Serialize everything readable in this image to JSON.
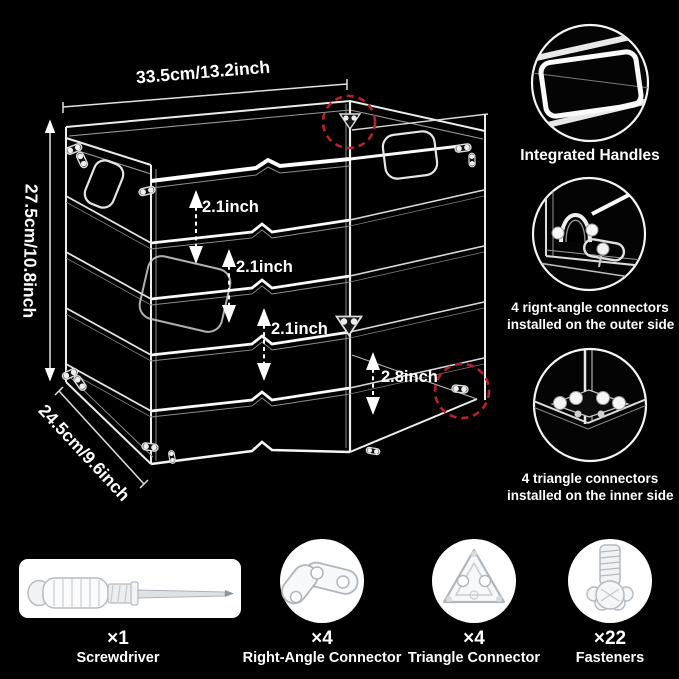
{
  "diagram": {
    "dim_width": "33.5cm/13.2inch",
    "dim_height": "27.5cm/10.8inch",
    "dim_depth": "24.5cm/9.6inch",
    "tiers": [
      {
        "label": "2.1inch"
      },
      {
        "label": "2.1inch"
      },
      {
        "label": "2.1inch"
      },
      {
        "label": "2.8inch"
      }
    ]
  },
  "callouts": [
    {
      "title": "Integrated Handles"
    },
    {
      "title": "4 rignt-angle connectors",
      "line2": "installed on the outer side"
    },
    {
      "title": "4 triangle connectors",
      "line2": "installed on the inner side"
    }
  ],
  "parts": [
    {
      "qty": "×1",
      "name": "Screwdriver"
    },
    {
      "qty": "×4",
      "name": "Right-Angle Connector"
    },
    {
      "qty": "×4",
      "name": "Triangle Connector"
    },
    {
      "qty": "×22",
      "name": "Fasteners"
    }
  ],
  "colors": {
    "background": "#000000",
    "line_bright": "#f2f2f2",
    "line_dim": "#8c8c8c",
    "text": "#ffffff",
    "highlight_red": "#b9202e",
    "part_card_bg": "#ffffff",
    "part_line": "#b0b6bc"
  }
}
